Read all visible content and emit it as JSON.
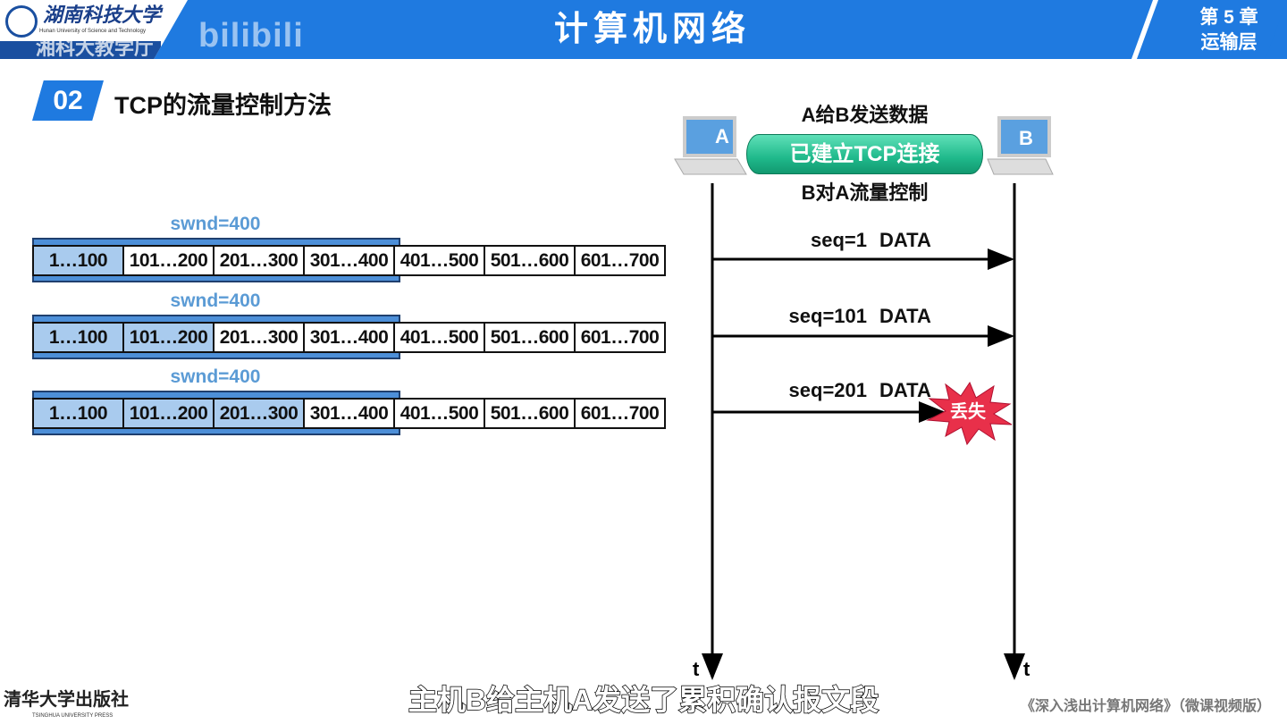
{
  "header": {
    "university": "湖南科技大学",
    "university_en": "Hunan University of Science and Technology",
    "watermark": "湘科大教学厅",
    "platform_watermark": "bilibili",
    "title": "计算机网络",
    "chapter": "第 5 章",
    "chapter_name": "运输层"
  },
  "section": {
    "number": "02",
    "title": "TCP的流量控制方法"
  },
  "window_rows": [
    {
      "swnd": "swnd=400",
      "sent_count": 1,
      "cells": [
        "1…100",
        "101…200",
        "201…300",
        "301…400",
        "401…500",
        "501…600",
        "601…700"
      ]
    },
    {
      "swnd": "swnd=400",
      "sent_count": 2,
      "cells": [
        "1…100",
        "101…200",
        "201…300",
        "301…400",
        "401…500",
        "501…600",
        "601…700"
      ]
    },
    {
      "swnd": "swnd=400",
      "sent_count": 3,
      "cells": [
        "1…100",
        "101…200",
        "201…300",
        "301…400",
        "401…500",
        "501…600",
        "601…700"
      ]
    }
  ],
  "diagram": {
    "host_a": "A",
    "host_b": "B",
    "top_label": "A给B发送数据",
    "connection": "已建立TCP连接",
    "bottom_label": "B对A流量控制",
    "time_label": "t",
    "messages": [
      {
        "seq": "seq=1",
        "data": "DATA",
        "lost": false
      },
      {
        "seq": "seq=101",
        "data": "DATA",
        "lost": false
      },
      {
        "seq": "seq=201",
        "data": "DATA",
        "lost": true
      }
    ],
    "lost_label": "丢失"
  },
  "subtitle": "主机B给主机A发送了累积确认报文段",
  "footer": {
    "publisher": "清华大学出版社",
    "publisher_en": "TSINGHUA UNIVERSITY PRESS",
    "book": "《深入浅出计算机网络》（微课视频版）"
  },
  "colors": {
    "header": "#1f7ae0",
    "window": "#4d8fd8",
    "sent": "#a9cbee",
    "tube": "#1fb98b",
    "lost": "#e8304a"
  }
}
